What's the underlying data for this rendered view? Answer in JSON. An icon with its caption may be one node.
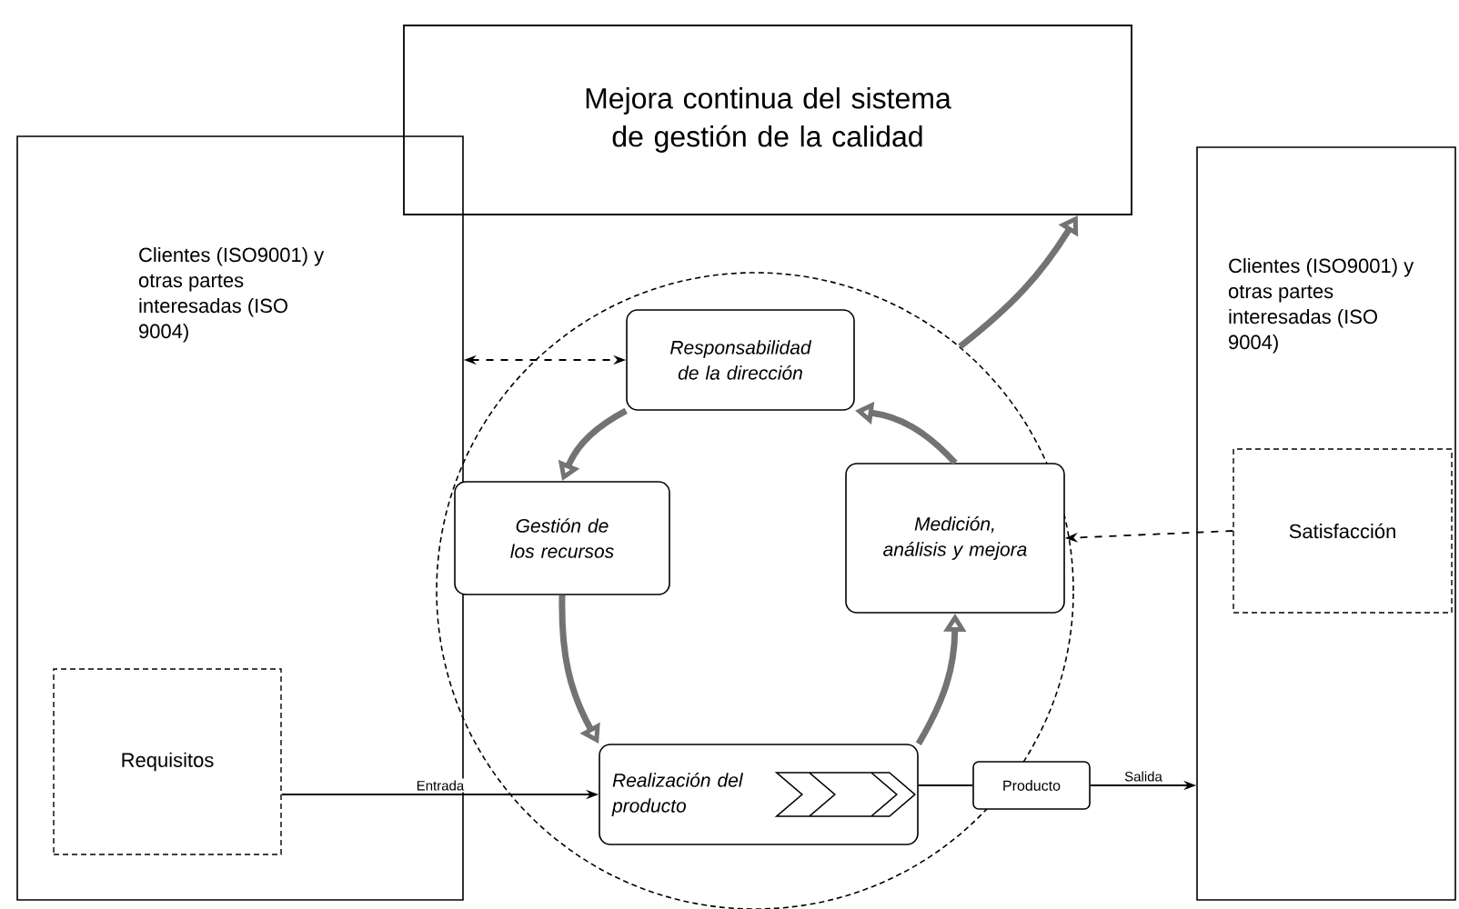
{
  "diagram": {
    "nodes": [
      {
        "text": [
          "Clientes (ISO9001) y otras partes interesadas (ISO 9004)"
        ]
      },
      {
        "text": [
          "Requisitos"
        ],
        "in": 0
      },
      {
        "text": [
          "Clientes (ISO9001) y otras partes interesadas (ISO 9004)"
        ]
      },
      {
        "text": [
          "Satisfacción"
        ],
        "in": 2
      },
      {
        "text": [
          "Mejora continua del sistema de gestión de la calidad"
        ]
      },
      {
        "text": [],
        "shape": "circle"
      },
      {
        "text": [
          "Responsabilidad de la dirección"
        ],
        "in": 5
      },
      {
        "text": [
          "Gestión de los recursos"
        ],
        "in": 5
      },
      {
        "text": [
          "Medición, análisis y mejora"
        ],
        "in": 5
      },
      {
        "text": [
          "Realización del producto"
        ],
        "in": 5
      },
      {
        "text": [
          "Producto"
        ]
      }
    ],
    "edges": [
      {
        "from": 0,
        "to": 6,
        "arrow": "both",
        "style": "dashed"
      },
      {
        "from": 3,
        "to": 8,
        "arrow": "to",
        "style": "dashed"
      },
      {
        "from": 1,
        "to": 9,
        "arrow": "to",
        "label": "Entrada"
      },
      {
        "from": 9,
        "to": 10,
        "arrow": "none"
      },
      {
        "from": 10,
        "to": 2,
        "arrow": "to",
        "label": "Salida"
      },
      {
        "from": 6,
        "to": 7,
        "arrow": "to",
        "style": "thick",
        "color": "#737373"
      },
      {
        "from": 7,
        "to": 9,
        "arrow": "to",
        "style": "thick",
        "color": "#737373"
      },
      {
        "from": 9,
        "to": 8,
        "arrow": "to",
        "style": "thick",
        "color": "#737373"
      },
      {
        "from": 8,
        "to": 6,
        "arrow": "to",
        "style": "thick",
        "color": "#737373"
      },
      {
        "from": 5,
        "to": 4,
        "arrow": "to",
        "style": "thick",
        "color": "#737373"
      }
    ]
  }
}
